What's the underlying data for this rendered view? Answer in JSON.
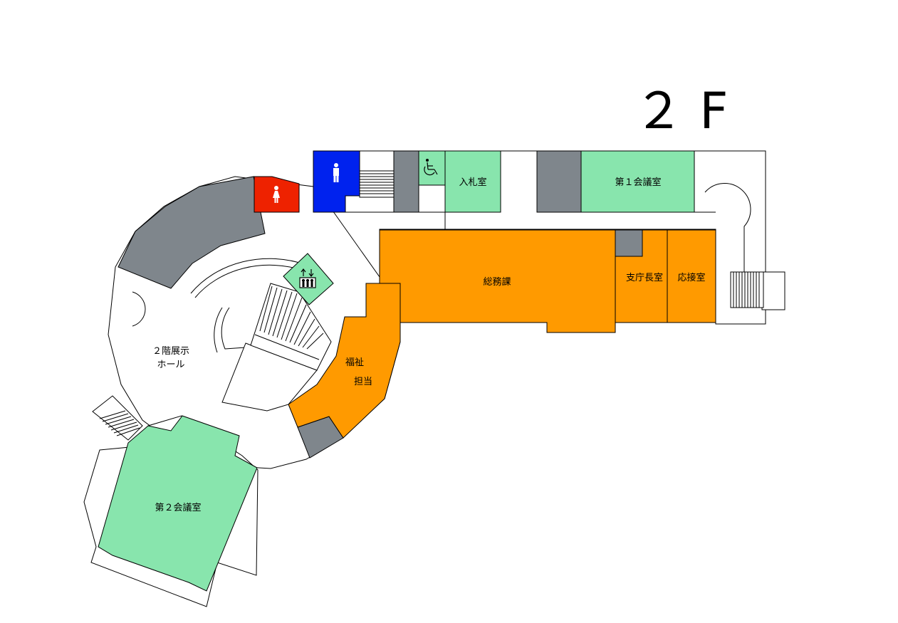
{
  "floor": {
    "title": "２ F"
  },
  "rooms": {
    "nyusatsu": "入札室",
    "kaigi1": "第１会議室",
    "somuka": "総務課",
    "shichocho": "支庁長室",
    "osetsu": "応接室",
    "fukushi_1": "福祉",
    "fukushi_2": "担当",
    "hall_1": "２階展示",
    "hall_2": "ホール",
    "kaigi2": "第２会議室"
  },
  "colors": {
    "meeting": "#88e5ad",
    "office": "#ff9a00",
    "service": "#7f868c",
    "women_wc": "#ee2200",
    "men_wc": "#0022ee",
    "accessible": "#88e5ad"
  },
  "icons": {
    "men": "men-toilet-icon",
    "women": "women-toilet-icon",
    "accessible": "wheelchair-icon",
    "elevator": "elevator-icon"
  }
}
